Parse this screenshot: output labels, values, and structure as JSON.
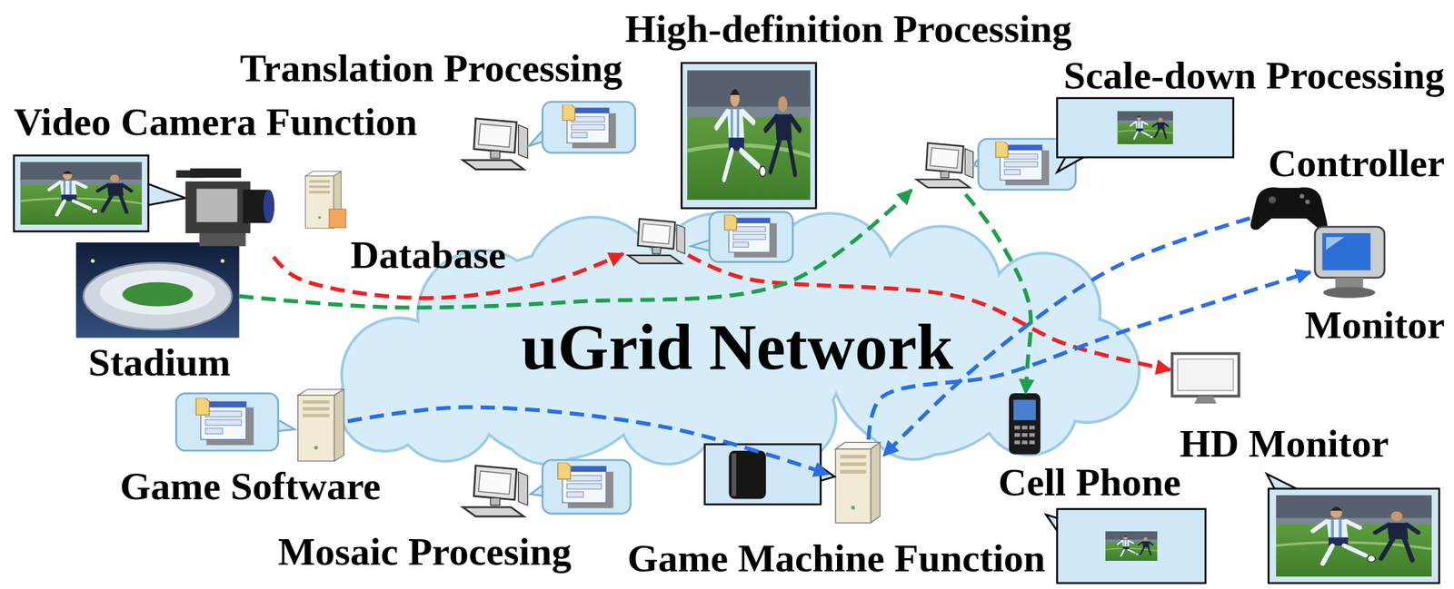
{
  "diagram": {
    "nodes": [
      {
        "text": [
          "Video Camera Function"
        ]
      },
      {
        "text": [
          "Stadium"
        ]
      },
      {
        "text": [
          "Database"
        ]
      },
      {
        "text": [
          "Translation Processing"
        ]
      },
      {
        "text": [
          "High-definition Processing"
        ]
      },
      {
        "text": [
          "Scale-down Processing"
        ]
      },
      {
        "text": [
          "Controller"
        ]
      },
      {
        "text": [
          "Monitor"
        ]
      },
      {
        "text": [
          "uGrid Network"
        ]
      },
      {
        "text": [
          "Game Software"
        ]
      },
      {
        "text": [
          "Mosaic Procesing"
        ]
      },
      {
        "text": [
          "Game Machine Function"
        ]
      },
      {
        "text": [
          "Cell Phone"
        ]
      },
      {
        "text": [
          "HD Monitor"
        ]
      }
    ],
    "edges": [
      {
        "from": 0,
        "to": 4,
        "arrow": "to"
      },
      {
        "from": 4,
        "to": 13,
        "arrow": "to"
      },
      {
        "from": 1,
        "to": 5,
        "arrow": "to"
      },
      {
        "from": 5,
        "to": 12,
        "arrow": "to"
      },
      {
        "from": 9,
        "to": 11,
        "arrow": "to"
      },
      {
        "from": 6,
        "to": 11,
        "arrow": "to"
      },
      {
        "from": 11,
        "to": 7,
        "arrow": "to"
      }
    ]
  }
}
